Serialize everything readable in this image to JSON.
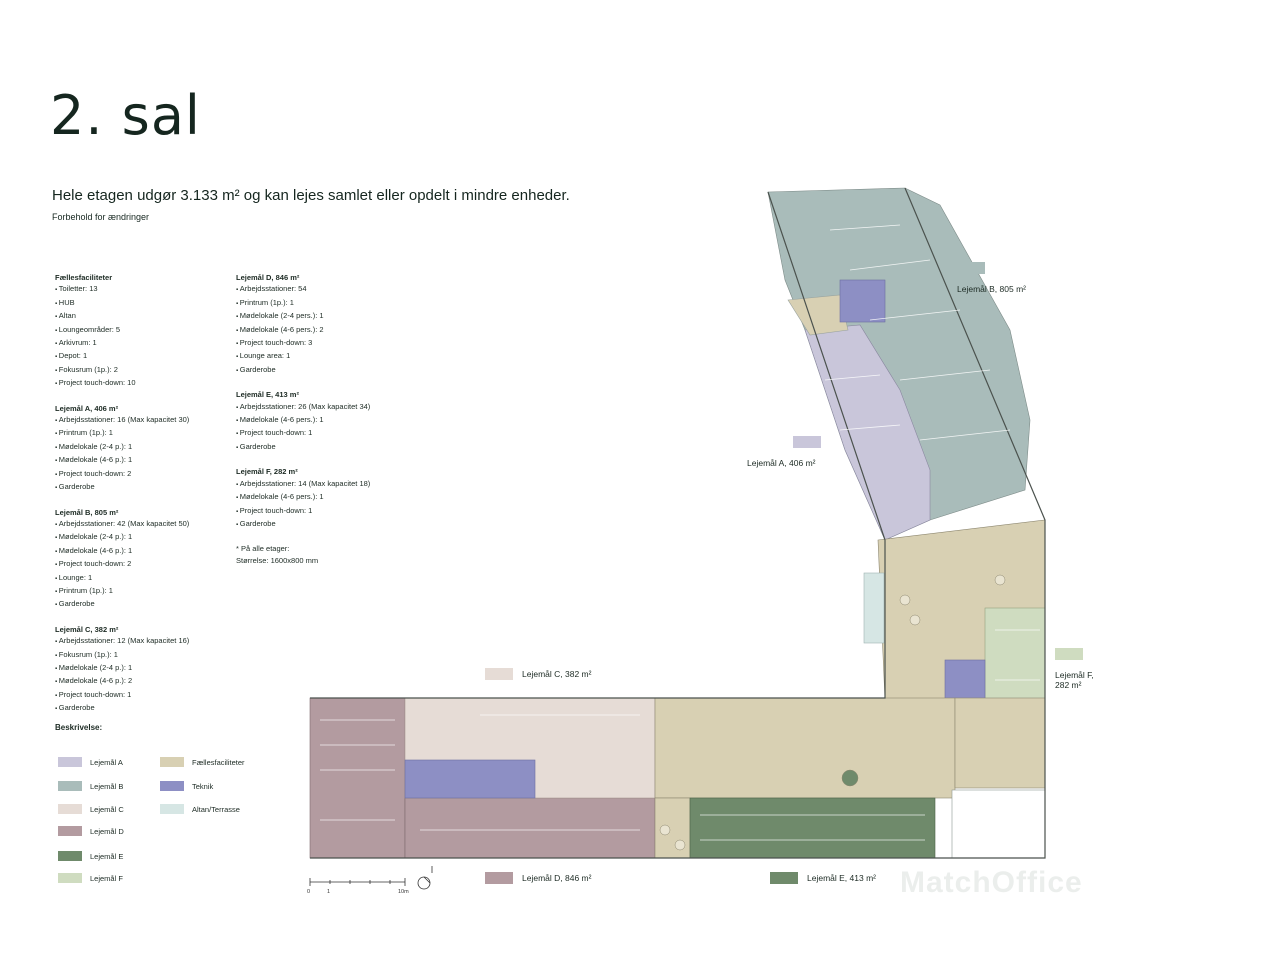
{
  "page": {
    "title": "2. sal",
    "subtitle": "Hele etagen udgør 3.133 m² og kan lejes samlet eller opdelt i mindre enheder.",
    "note": "Forbehold for ændringer"
  },
  "colors": {
    "lejemaal_a": "#c9c6da",
    "lejemaal_b": "#a9bcba",
    "lejemaal_c": "#e6dcd6",
    "lejemaal_d": "#b39ba0",
    "lejemaal_e": "#6f8a6b",
    "lejemaal_f": "#cfdcc0",
    "faellesfaciliteter": "#d8d0b3",
    "teknik": "#8d8fc4",
    "altan_terrasse": "#d6e6e4"
  },
  "info": {
    "faelles": {
      "heading": "Fællesfaciliteter",
      "items": [
        "Toiletter: 13",
        "HUB",
        "Altan",
        "Loungeområder: 5",
        "Arkivrum: 1",
        "Depot: 1",
        "Fokusrum (1p.): 2",
        "Project touch-down: 10"
      ]
    },
    "lejemaal_a": {
      "heading": "Lejemål A, 406 m²",
      "items": [
        "Arbejdsstationer: 16 (Max kapacitet 30)",
        "Printrum (1p.): 1",
        "Mødelokale (2-4 p.): 1",
        "Mødelokale (4-6 p.): 1",
        "Project touch-down: 2",
        "Garderobe"
      ]
    },
    "lejemaal_b": {
      "heading": "Lejemål B, 805 m²",
      "items": [
        "Arbejdsstationer: 42 (Max kapacitet 50)",
        "Mødelokale (2-4 p.): 1",
        "Mødelokale (4-6 p.): 1",
        "Project touch-down: 2",
        "Lounge: 1",
        "Printrum (1p.): 1",
        "Garderobe"
      ]
    },
    "lejemaal_c": {
      "heading": "Lejemål C, 382 m²",
      "items": [
        "Arbejdsstationer: 12 (Max kapacitet 16)",
        "Fokusrum (1p.): 1",
        "Mødelokale (2-4 p.): 1",
        "Mødelokale (4-6 p.): 2",
        "Project touch-down: 1",
        "Garderobe"
      ]
    },
    "lejemaal_d": {
      "heading": "Lejemål D, 846 m²",
      "items": [
        "Arbejdsstationer: 54",
        "Printrum (1p.): 1",
        "Mødelokale (2-4 pers.): 1",
        "Mødelokale (4-6 pers.): 2",
        "Project touch-down: 3",
        "Lounge area: 1",
        "Garderobe"
      ]
    },
    "lejemaal_e": {
      "heading": "Lejemål E, 413 m²",
      "items": [
        "Arbejdsstationer: 26 (Max kapacitet 34)",
        "Mødelokale (4-6 pers.): 1",
        "Project touch-down: 1",
        "Garderobe"
      ]
    },
    "lejemaal_f": {
      "heading": "Lejemål F, 282 m²",
      "items": [
        "Arbejdsstationer: 14 (Max kapacitet 18)",
        "Mødelokale (4-6 pers.): 1",
        "Project touch-down: 1",
        "Garderobe"
      ]
    },
    "footnote_1": "* På alle etager:",
    "footnote_2": "Størrelse: 1600x800 mm"
  },
  "legend": {
    "title": "Beskrivelse:",
    "items": [
      {
        "label": "Lejemål A",
        "color": "#c9c6da"
      },
      {
        "label": "Lejemål B",
        "color": "#a9bcba"
      },
      {
        "label": "Lejemål C",
        "color": "#e6dcd6"
      },
      {
        "label": "Lejemål D",
        "color": "#b39ba0"
      },
      {
        "label": "Lejemål E",
        "color": "#6f8a6b"
      },
      {
        "label": "Lejemål F",
        "color": "#cfdcc0"
      },
      {
        "label": "Fællesfaciliteter",
        "color": "#d8d0b3"
      },
      {
        "label": "Teknik",
        "color": "#8d8fc4"
      },
      {
        "label": "Altan/Terrasse",
        "color": "#d6e6e4"
      }
    ]
  },
  "plan_tags": {
    "b": "Lejemål B, 805 m²",
    "a": "Lejemål A, 406 m²",
    "c": "Lejemål C, 382 m²",
    "f_line1": "Lejemål F,",
    "f_line2": "282 m²",
    "d": "Lejemål D, 846 m²",
    "e": "Lejemål E, 413 m²"
  },
  "scale_bar": {
    "start": "0",
    "mid": "1",
    "end": "10m"
  },
  "watermark": "MatchOffice"
}
